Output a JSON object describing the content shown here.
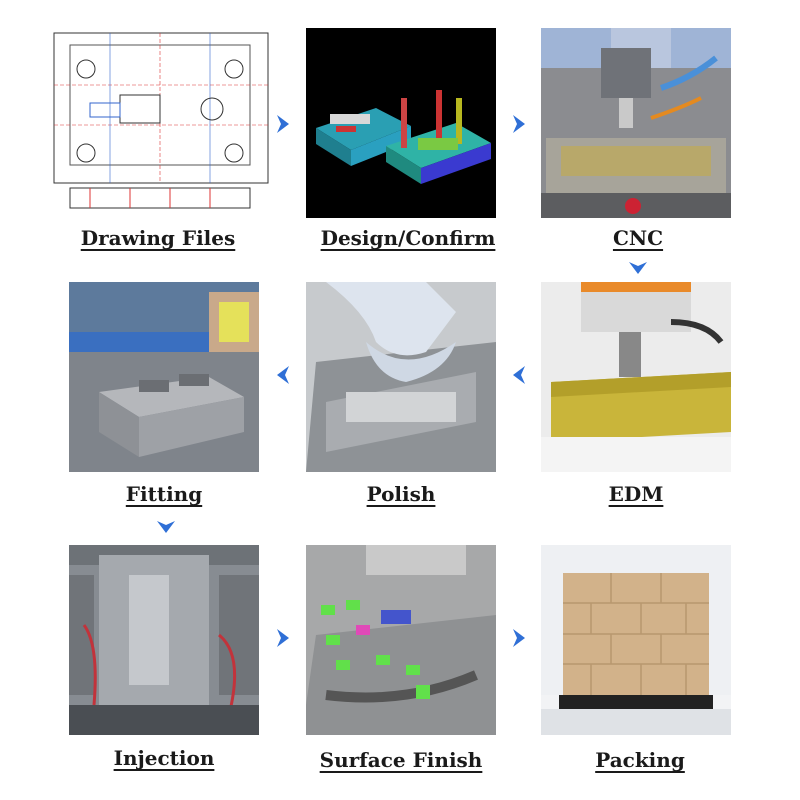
{
  "steps": [
    {
      "label": "Drawing Files",
      "icon": "drawing-photo"
    },
    {
      "label": "Design/Confirm",
      "icon": "design-3d-photo"
    },
    {
      "label": "CNC",
      "icon": "cnc-photo"
    },
    {
      "label": "EDM",
      "icon": "edm-photo"
    },
    {
      "label": "Polish",
      "icon": "polish-photo"
    },
    {
      "label": "Fitting",
      "icon": "fitting-photo"
    },
    {
      "label": "Injection",
      "icon": "injection-photo"
    },
    {
      "label": "Surface Finish",
      "icon": "surface-finish-photo"
    },
    {
      "label": "Packing",
      "icon": "packing-photo"
    }
  ],
  "colors": {
    "arrow": "#2f6fd6",
    "label": "#1a1a1a"
  }
}
